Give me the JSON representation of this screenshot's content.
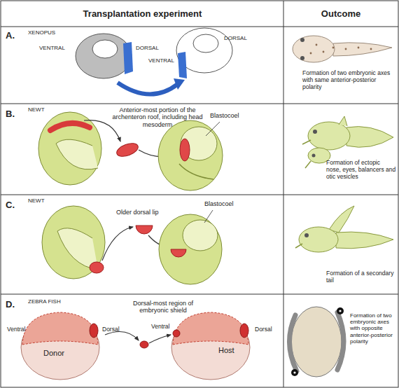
{
  "diagram": {
    "nodes": [
      {
        "text": [
          "Transplantation experiment"
        ]
      },
      {
        "text": [
          "Outcome"
        ]
      },
      {
        "text": [
          "Donor"
        ]
      },
      {
        "text": [
          "Host"
        ]
      }
    ],
    "labels": [
      "A.",
      "XENOPUS",
      "VENTRAL",
      "DORSAL",
      "VENTRAL",
      "DORSAL",
      "Formation of two embryonic axes with same anterior-posterior polarity",
      "B.",
      "NEWT",
      "Anterior-most portion of the archenteron roof, including head mesoderm",
      "Blastocoel",
      "Formation of ectopic nose, eyes, balancers and otic vesicles",
      "C.",
      "NEWT",
      "Older dorsal lip",
      "Blastocoel",
      "Formation of a secondary tail",
      "D.",
      "ZEBRA FISH",
      "Dorsal-most region of embryonic shield",
      "Ventral",
      "Dorsal",
      "Ventral",
      "Dorsal",
      "Formation of two embryonic axes with opposite anterior-posterior polarity"
    ]
  }
}
